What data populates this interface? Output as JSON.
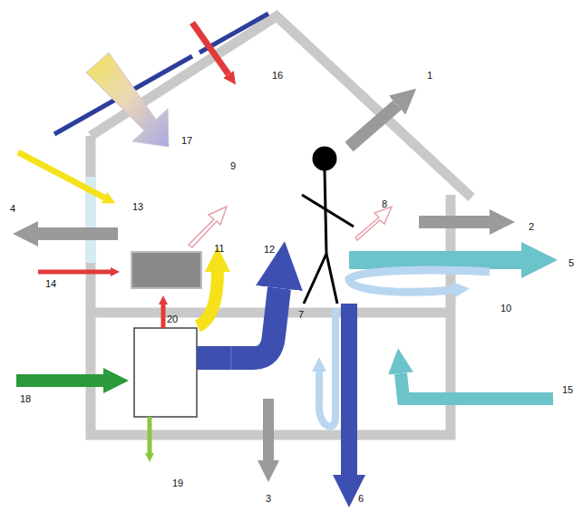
{
  "diagram": {
    "labels": [
      "16",
      "1",
      "17",
      "9",
      "8",
      "13",
      "4",
      "2",
      "11",
      "12",
      "5",
      "14",
      "20",
      "10",
      "7",
      "18",
      "15",
      "19",
      "3",
      "6"
    ]
  }
}
